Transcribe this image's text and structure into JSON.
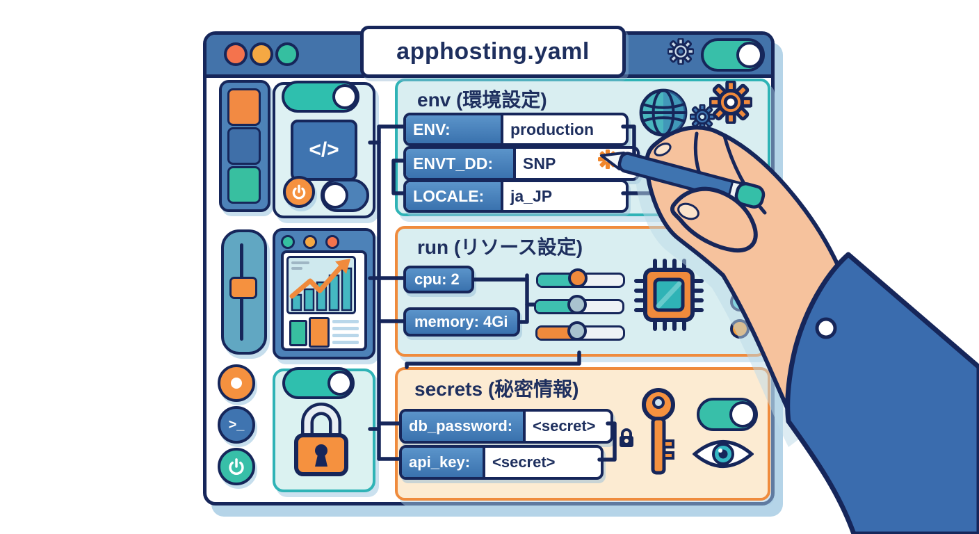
{
  "titlebar": {
    "title": "apphosting.yaml"
  },
  "env_panel": {
    "title": "env (環境設定)",
    "rows": [
      {
        "label": "ENV:",
        "value": "production"
      },
      {
        "label": "ENVT_DD:",
        "value": "SNP"
      },
      {
        "label": "LOCALE:",
        "value": "ja_JP"
      }
    ]
  },
  "run_panel": {
    "title": "run (リソース設定)",
    "pills": [
      {
        "label": "cpu: 2"
      },
      {
        "label": "memory: 4Gi"
      }
    ],
    "sliders": [
      {
        "fill_color": "#3ec0b0",
        "knob_color": "#f5913f",
        "value_pct": 48
      },
      {
        "fill_color": "#3ec0b0",
        "knob_color": "#a9c3cf",
        "value_pct": 50
      },
      {
        "fill_color": "#f08a3c",
        "knob_color": "#a9c3cf",
        "value_pct": 50
      }
    ]
  },
  "secrets_panel": {
    "title": "secrets (秘密情報)",
    "rows": [
      {
        "label": "db_password:",
        "value": "<secret>"
      },
      {
        "label": "api_key:",
        "value": "<secret>"
      }
    ]
  },
  "sidebar": {
    "code_glyph": "</>",
    "terminal_glyph": ">_"
  },
  "icons": {
    "titlebar": [
      "gear-icon",
      "toggle-on"
    ],
    "env": [
      "globe-icon",
      "gear-icon-blue",
      "gear-icon-orange",
      "field-gear-icon"
    ],
    "run": [
      "cpu-chip-icon",
      "led-teal",
      "led-orange"
    ],
    "secrets": [
      "mini-lock-icon",
      "key-icon",
      "toggle-on",
      "eye-icon"
    ],
    "sidebar": [
      "square-orange",
      "square-blue",
      "square-teal",
      "vertical-slider",
      "record-icon",
      "terminal-icon",
      "power-icon",
      "code-icon",
      "chart-icon",
      "padlock-icon"
    ]
  },
  "colors": {
    "outline": "#16265a",
    "titlebar_blue": "#4373aa",
    "teal_border": "#2fb3b6",
    "orange_border": "#ef8b3d",
    "panel_bg_teal": "#d9eef1",
    "panel_bg_cream": "#fcebd2",
    "label_blue": "#3f74b0",
    "accent_teal": "#2fbfae",
    "accent_orange": "#f5913f",
    "dot_red": "#f4734d",
    "dot_amber": "#f5a843",
    "dot_teal": "#35bfa0"
  }
}
